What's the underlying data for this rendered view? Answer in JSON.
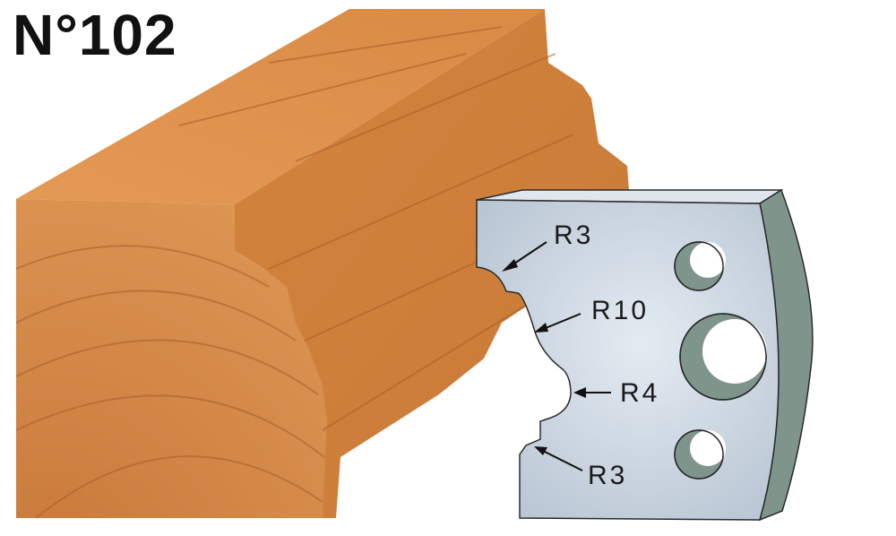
{
  "title": "N°102",
  "labels": {
    "r3_top": "R3",
    "r10": "R10",
    "r4": "R4",
    "r3_bottom": "R3"
  },
  "colors": {
    "wood": "#d98a45",
    "wood_dark": "#b86a2c",
    "steel": "#c8d3df",
    "steel_edge": "#7f958c"
  }
}
